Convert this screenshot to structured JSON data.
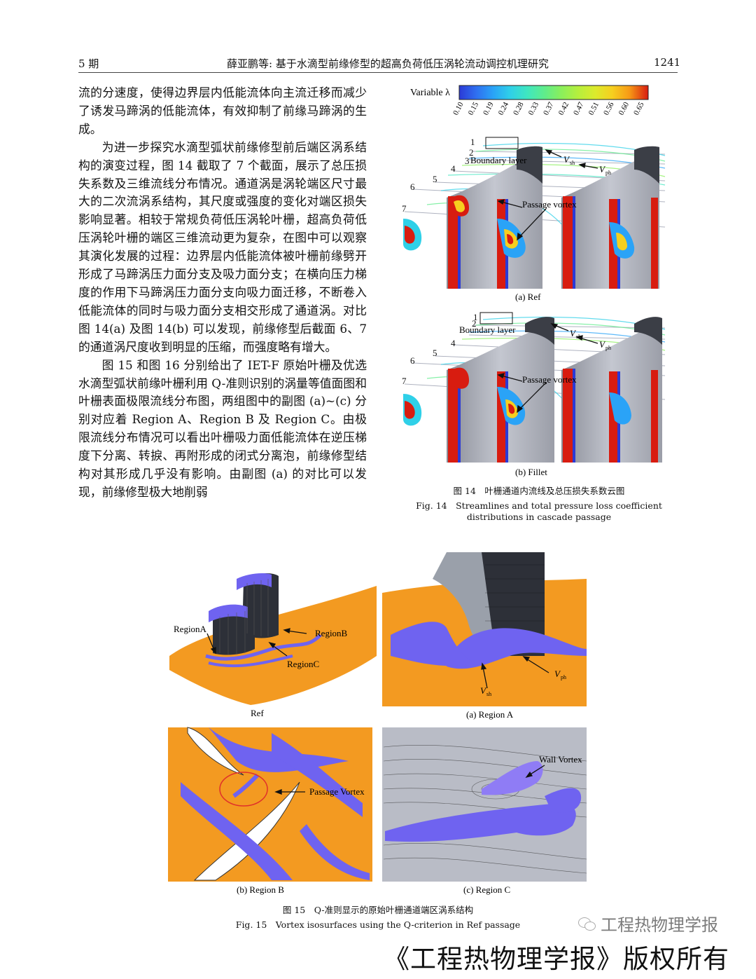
{
  "header": {
    "issue": "5 期",
    "title": "薛亚鹏等: 基于水滴型前缘修型的超高负荷低压涡轮流动调控机理研究",
    "page": "1241"
  },
  "body": {
    "paragraphs": [
      "流的分速度，使得边界层内低能流体向主流迁移而减少了诱发马蹄涡的低能流体，有效抑制了前缘马蹄涡的生成。",
      "为进一步探究水滴型弧状前缘修型前后端区涡系结构的演变过程，图 14 截取了 7 个截面，展示了总压损失系数及三维流线分布情况。通道涡是涡轮端区尺寸最大的二次流涡系结构，其尺度或强度的变化对端区损失影响显著。相较于常规负荷低压涡轮叶栅，超高负荷低压涡轮叶栅的端区三维流动更为复杂，在图中可以观察其演化发展的过程：边界层内低能流体被叶栅前缘劈开形成了马蹄涡压力面分支及吸力面分支；在横向压力梯度的作用下马蹄涡压力面分支向吸力面迁移，不断卷入低能流体的同时与吸力面分支相交形成了通道涡。对比图 14(a) 及图 14(b) 可以发现，前缘修型后截面 6、7 的通道涡尺度收到明显的压缩，而强度略有增大。",
      "图 15 和图 16 分别给出了 IET-F 原始叶栅及优选水滴型弧状前缘叶栅利用 Q-准则识别的涡量等值面图和叶栅表面极限流线分布图，两组图中的副图 (a)~(c) 分别对应着 Region A、Region B 及 Region C。由极限流线分布情况可以看出叶栅吸力面低能流体在逆压梯度下分离、转捩、再附形成的闭式分离泡，前缘修型结构对其形成几乎没有影响。由副图 (a) 的对比可以发现，前缘修型极大地削弱"
    ]
  },
  "fig14": {
    "colorbar_label": "Variable λ",
    "colorbar_ticks": [
      "0.10",
      "0.15",
      "0.19",
      "0.24",
      "0.28",
      "0.33",
      "0.37",
      "0.42",
      "0.47",
      "0.51",
      "0.56",
      "0.60",
      "0.65"
    ],
    "colorbar_colors": [
      "#2b3ad6",
      "#2f6ff0",
      "#2aa3f7",
      "#2fd0e8",
      "#3fe6c0",
      "#5fec8c",
      "#8aef5c",
      "#b6ef3d",
      "#dcea2c",
      "#f6cf1f",
      "#f79a16",
      "#f05a12",
      "#d81c10"
    ],
    "section_numbers": [
      "1",
      "2",
      "3",
      "4",
      "5",
      "6",
      "7"
    ],
    "labels": {
      "boundary_layer_a": "Boundary layer",
      "boundary_layer_b": "Boundary layer",
      "v_sh": "V",
      "v_sh_sub": "sh",
      "v_ph": "V",
      "v_ph_sub": "ph",
      "passage_vortex": "Passage vortex"
    },
    "sub_a": "(a) Ref",
    "sub_b": "(b) Fillet",
    "caption_cn": "图 14　叶栅通道内流线及总压损失系数云图",
    "caption_en_1": "Fig. 14　Streamlines and total pressure loss coefficient",
    "caption_en_2": "distributions in cascade passage"
  },
  "fig15": {
    "labels": {
      "region_a": "RegionA",
      "region_b": "RegionB",
      "region_c": "RegionC",
      "v_sh": "V",
      "v_sh_sub": "sh",
      "v_ph": "V",
      "v_ph_sub": "ph",
      "passage_vortex": "Passage Vortex",
      "wall_vortex": "Wall Vortex"
    },
    "sub_ref": "Ref",
    "sub_a": "(a) Region A",
    "sub_b": "(b) Region B",
    "sub_c": "(c) Region C",
    "caption_cn": "图 15　Q-准则显示的原始叶栅通道端区涡系结构",
    "caption_en": "Fig. 15　Vortex isosurfaces using the Q-criterion in Ref passage"
  },
  "watermark": {
    "account": "工程热物理学报",
    "copyright": "《工程热物理学报》版权所有"
  },
  "colors": {
    "orange": "#f39a21",
    "purple": "#6f63f0",
    "blade_gray": "#b9bcc6",
    "dark_blade": "#2d3038"
  }
}
